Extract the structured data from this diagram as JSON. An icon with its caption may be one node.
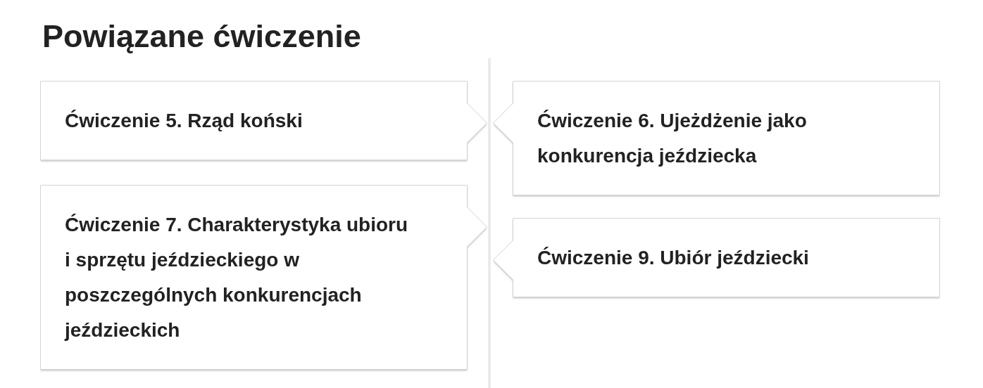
{
  "diagram": {
    "title": "Powiązane ćwiczenie",
    "nodes": [
      {
        "text": [
          "Ćwiczenie 5. Rząd koński"
        ]
      },
      {
        "text": [
          "Ćwiczenie 6. Ujeżdżenie jako konkurencja jeździecka"
        ]
      },
      {
        "text": [
          "Ćwiczenie 7. Charakterystyka ubioru i sprzętu jeździeckiego w poszczególnych konkurencjach jeździeckich"
        ]
      },
      {
        "text": [
          "Ćwiczenie 9. Ubiór jeździecki"
        ]
      }
    ]
  }
}
